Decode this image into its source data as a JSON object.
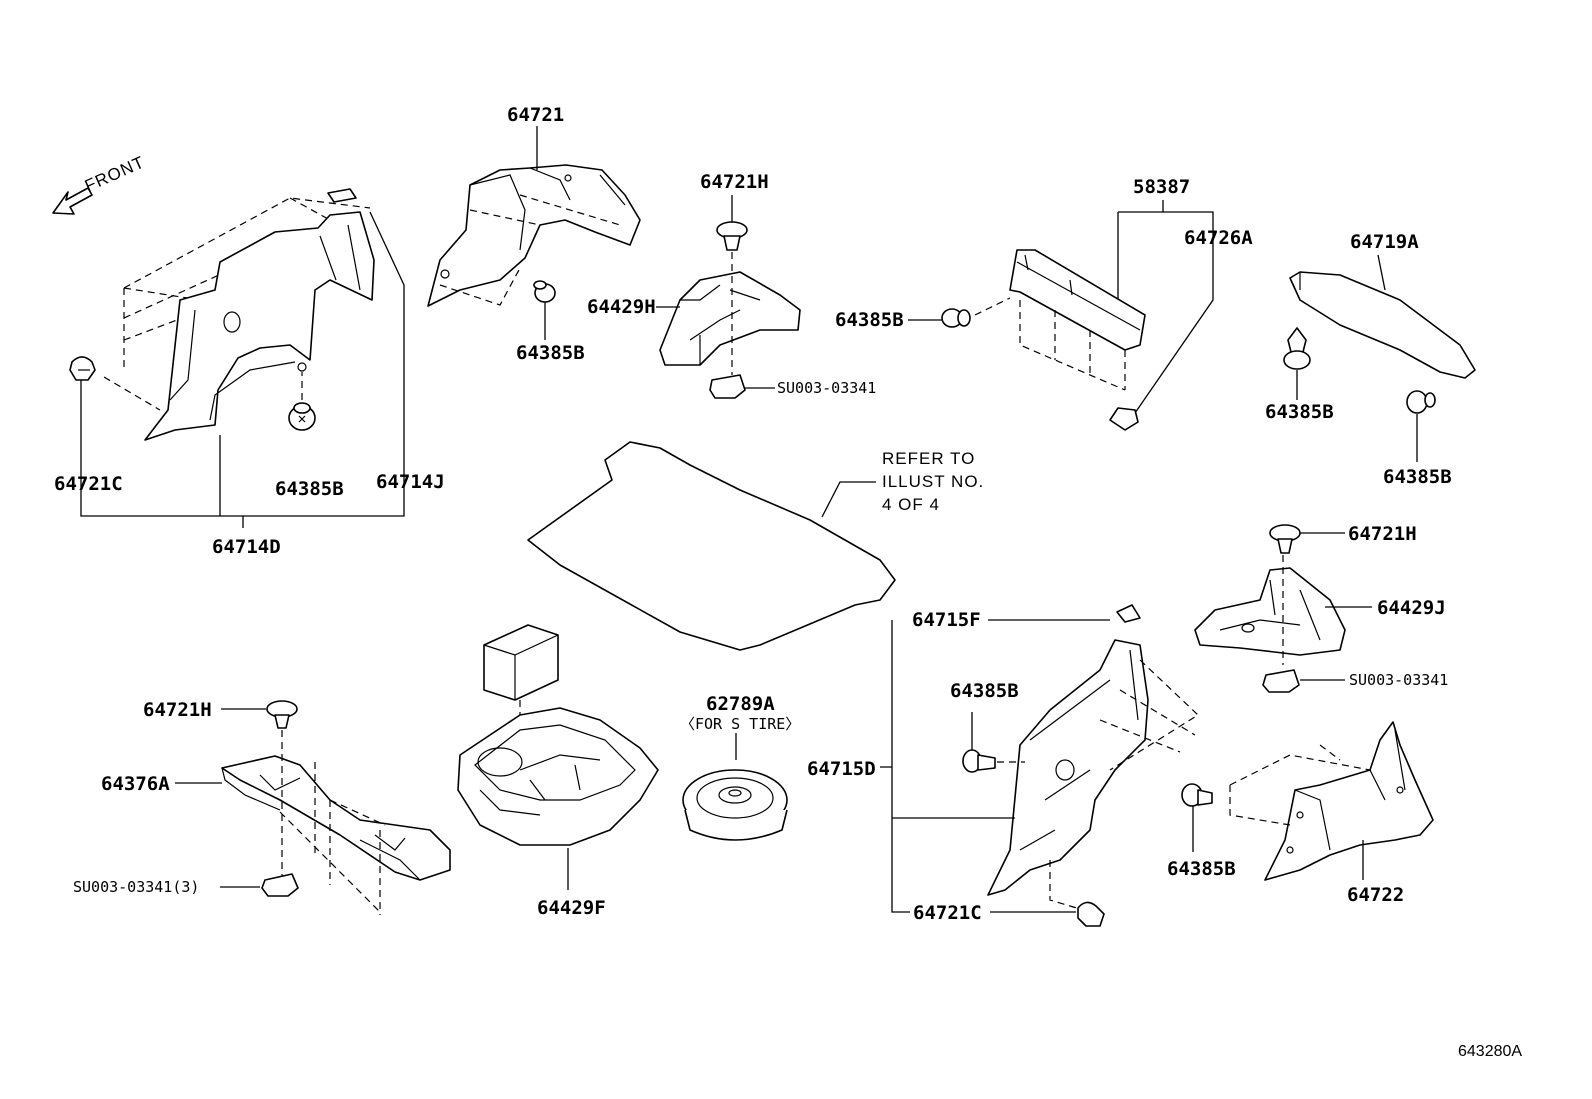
{
  "diagram": {
    "front_label": "FRONT",
    "illustration_id": "643280A",
    "refer_note": [
      "REFER TO",
      "ILLUST NO.",
      "4 OF 4"
    ],
    "tire_note": "〈FOR S TIRE〉",
    "labels": {
      "l_64721": "64721",
      "l_64721h_top": "64721H",
      "l_58387": "58387",
      "l_64726a": "64726A",
      "l_64719a": "64719A",
      "l_64429h": "64429H",
      "l_64385b_upper_mid": "64385B",
      "l_64385b_clip_mid": "64385B",
      "l_su_top": "SU003-03341",
      "l_64385b_right_a": "64385B",
      "l_64385b_right_b": "64385B",
      "l_64721c_left": "64721C",
      "l_64385b_left": "64385B",
      "l_64714j": "64714J",
      "l_64714d": "64714D",
      "l_64721h_right": "64721H",
      "l_64429j": "64429J",
      "l_su_right": "SU003-03341",
      "l_64715f": "64715F",
      "l_64385b_lower_mid": "64385B",
      "l_64715d": "64715D",
      "l_64721c_bottom": "64721C",
      "l_64721h_left": "64721H",
      "l_64376a": "64376A",
      "l_su_left": "SU003-03341(3)",
      "l_62789a": "62789A",
      "l_64429f": "64429F",
      "l_64385b_lower_right": "64385B",
      "l_64722": "64722"
    }
  }
}
